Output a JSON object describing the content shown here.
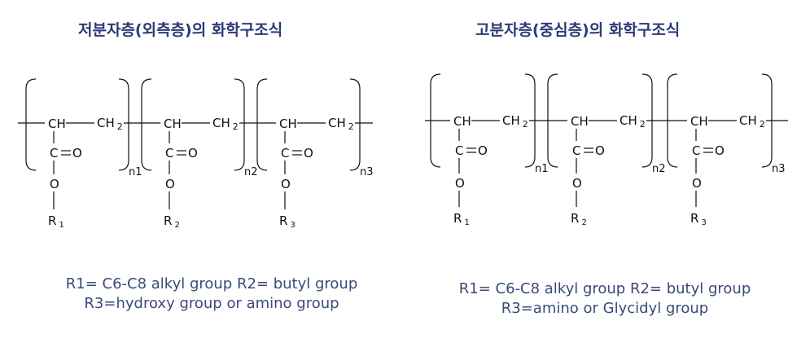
{
  "diagrams": [
    {
      "title": "저분자층(외측층)의 화학구조식",
      "atoms": {
        "ch": "CH",
        "ch2": "CH2",
        "co": "C=O",
        "o": "O"
      },
      "units": [
        {
          "subscript": "n1",
          "substituent": "R1"
        },
        {
          "subscript": "n2",
          "substituent": "R2"
        },
        {
          "subscript": "n3",
          "substituent": "R3"
        }
      ],
      "legend_line1": "R1= C6-C8 alkyl group   R2= butyl group",
      "legend_line2": "R3=hydroxy group or amino group"
    },
    {
      "title": "고분자층(중심층)의 화학구조식",
      "atoms": {
        "ch": "CH",
        "ch2": "CH2",
        "co": "C=O",
        "o": "O"
      },
      "units": [
        {
          "subscript": "n1",
          "substituent": "R1"
        },
        {
          "subscript": "n2",
          "substituent": "R2"
        },
        {
          "subscript": "n3",
          "substituent": "R3"
        }
      ],
      "legend_line1": "R1= C6-C8 alkyl group  R2= butyl group",
      "legend_line2": "R3=amino or  Glycidyl group"
    }
  ]
}
